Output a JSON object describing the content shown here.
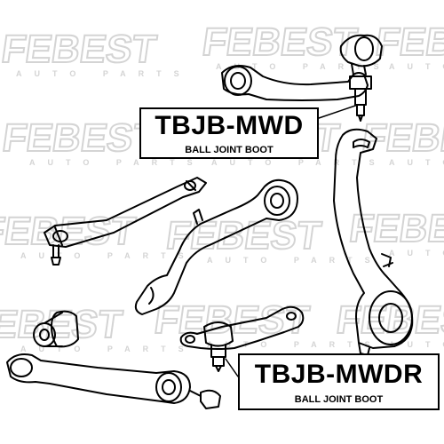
{
  "watermark": {
    "brand": "FEBEST",
    "tagline": "AUTO PARTS",
    "color": "#d4d4d4"
  },
  "parts": [
    {
      "code": "TBJB-MWD",
      "description": "BALL JOINT BOOT"
    },
    {
      "code": "TBJB-MWDR",
      "description": "BALL JOINT BOOT"
    }
  ],
  "colors": {
    "line": "#000000",
    "background": "#ffffff"
  }
}
